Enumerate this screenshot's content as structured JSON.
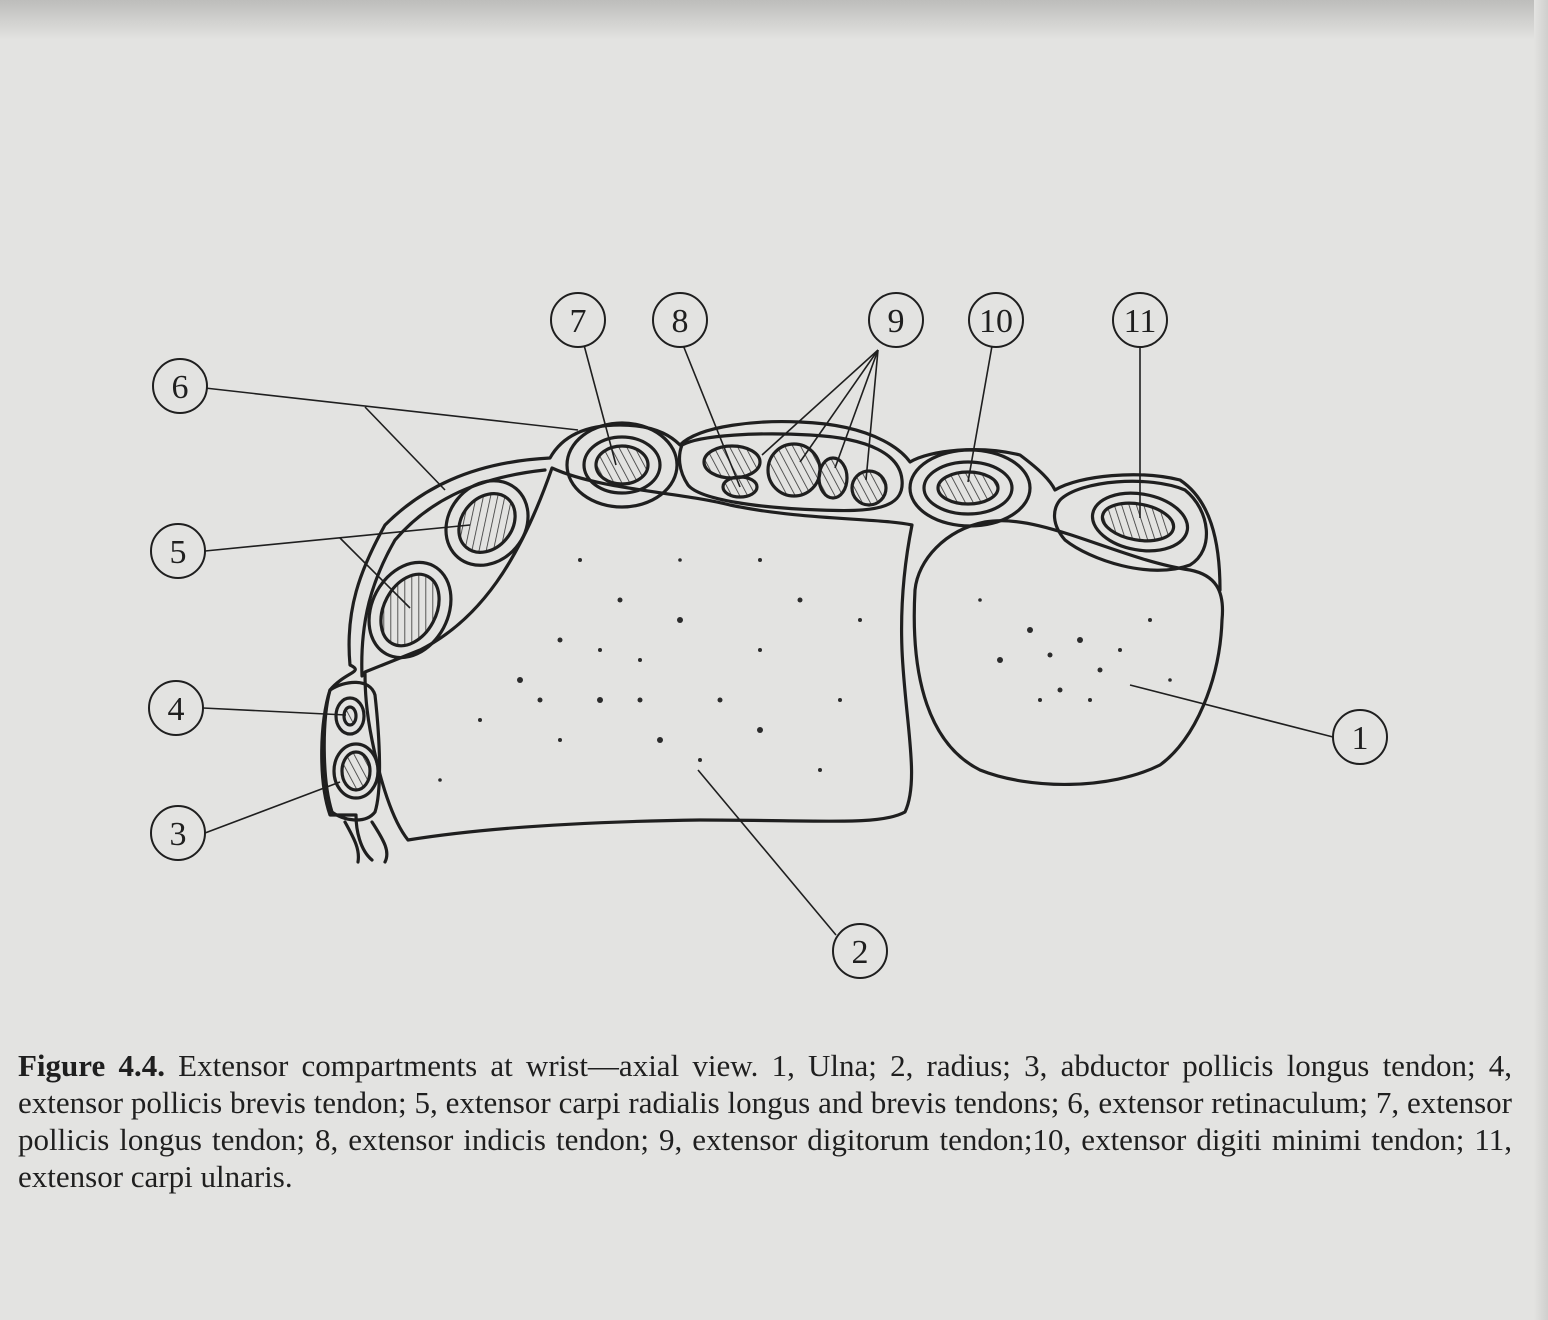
{
  "figure": {
    "callouts": [
      "1",
      "2",
      "3",
      "4",
      "5",
      "6",
      "7",
      "8",
      "9",
      "10",
      "11"
    ]
  },
  "caption": {
    "label": "Figure 4.4.",
    "text": " Extensor compartments at wrist—axial view. 1, Ulna; 2, radius; 3, abductor pollicis longus tendon; 4, extensor pollicis brevis tendon; 5, extensor carpi radialis longus and brevis tendons; 6, extensor retinaculum; 7, extensor pollicis longus tendon; 8, extensor indicis tendon; 9, extensor digitorum tendon;10, extensor digiti minimi tendon; 11, extensor carpi ulnaris."
  }
}
